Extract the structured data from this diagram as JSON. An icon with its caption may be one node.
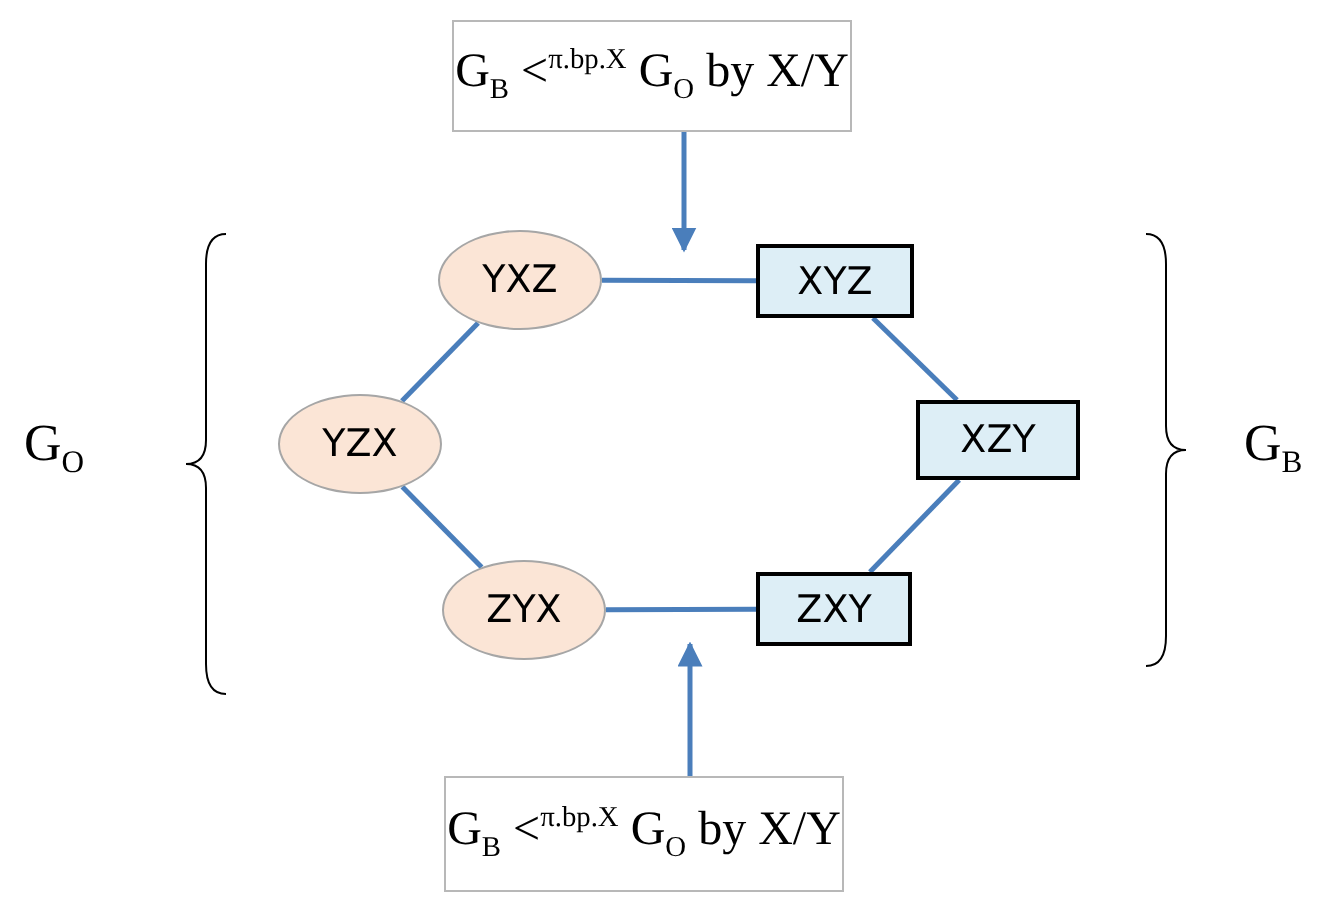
{
  "diagram": {
    "nodes": [
      {
        "text": [
          "G$_{B}$ <$^{π.bp.X}$ G$_{O}$ by X/Y"
        ]
      },
      {
        "text": [
          "YXZ"
        ]
      },
      {
        "text": [
          "XYZ"
        ]
      },
      {
        "text": [
          "YZX"
        ]
      },
      {
        "text": [
          "XZY"
        ]
      },
      {
        "text": [
          "ZYX"
        ]
      },
      {
        "text": [
          "ZXY"
        ]
      },
      {
        "text": [
          "G$_{B}$ <$^{π.bp.X}$ G$_{O}$ by X/Y"
        ]
      }
    ],
    "edges": [
      {
        "from": 0,
        "to": null,
        "arrow": "to"
      },
      {
        "from": 1,
        "to": 2,
        "arrow": "none"
      },
      {
        "from": 1,
        "to": 3,
        "arrow": "none"
      },
      {
        "from": 2,
        "to": 4,
        "arrow": "none"
      },
      {
        "from": 3,
        "to": 5,
        "arrow": "none"
      },
      {
        "from": 4,
        "to": 6,
        "arrow": "none"
      },
      {
        "from": 5,
        "to": 6,
        "arrow": "none"
      },
      {
        "from": 7,
        "to": null,
        "arrow": "to"
      }
    ],
    "labels": [
      "G$_{O}$",
      "G$_{B}$"
    ]
  }
}
